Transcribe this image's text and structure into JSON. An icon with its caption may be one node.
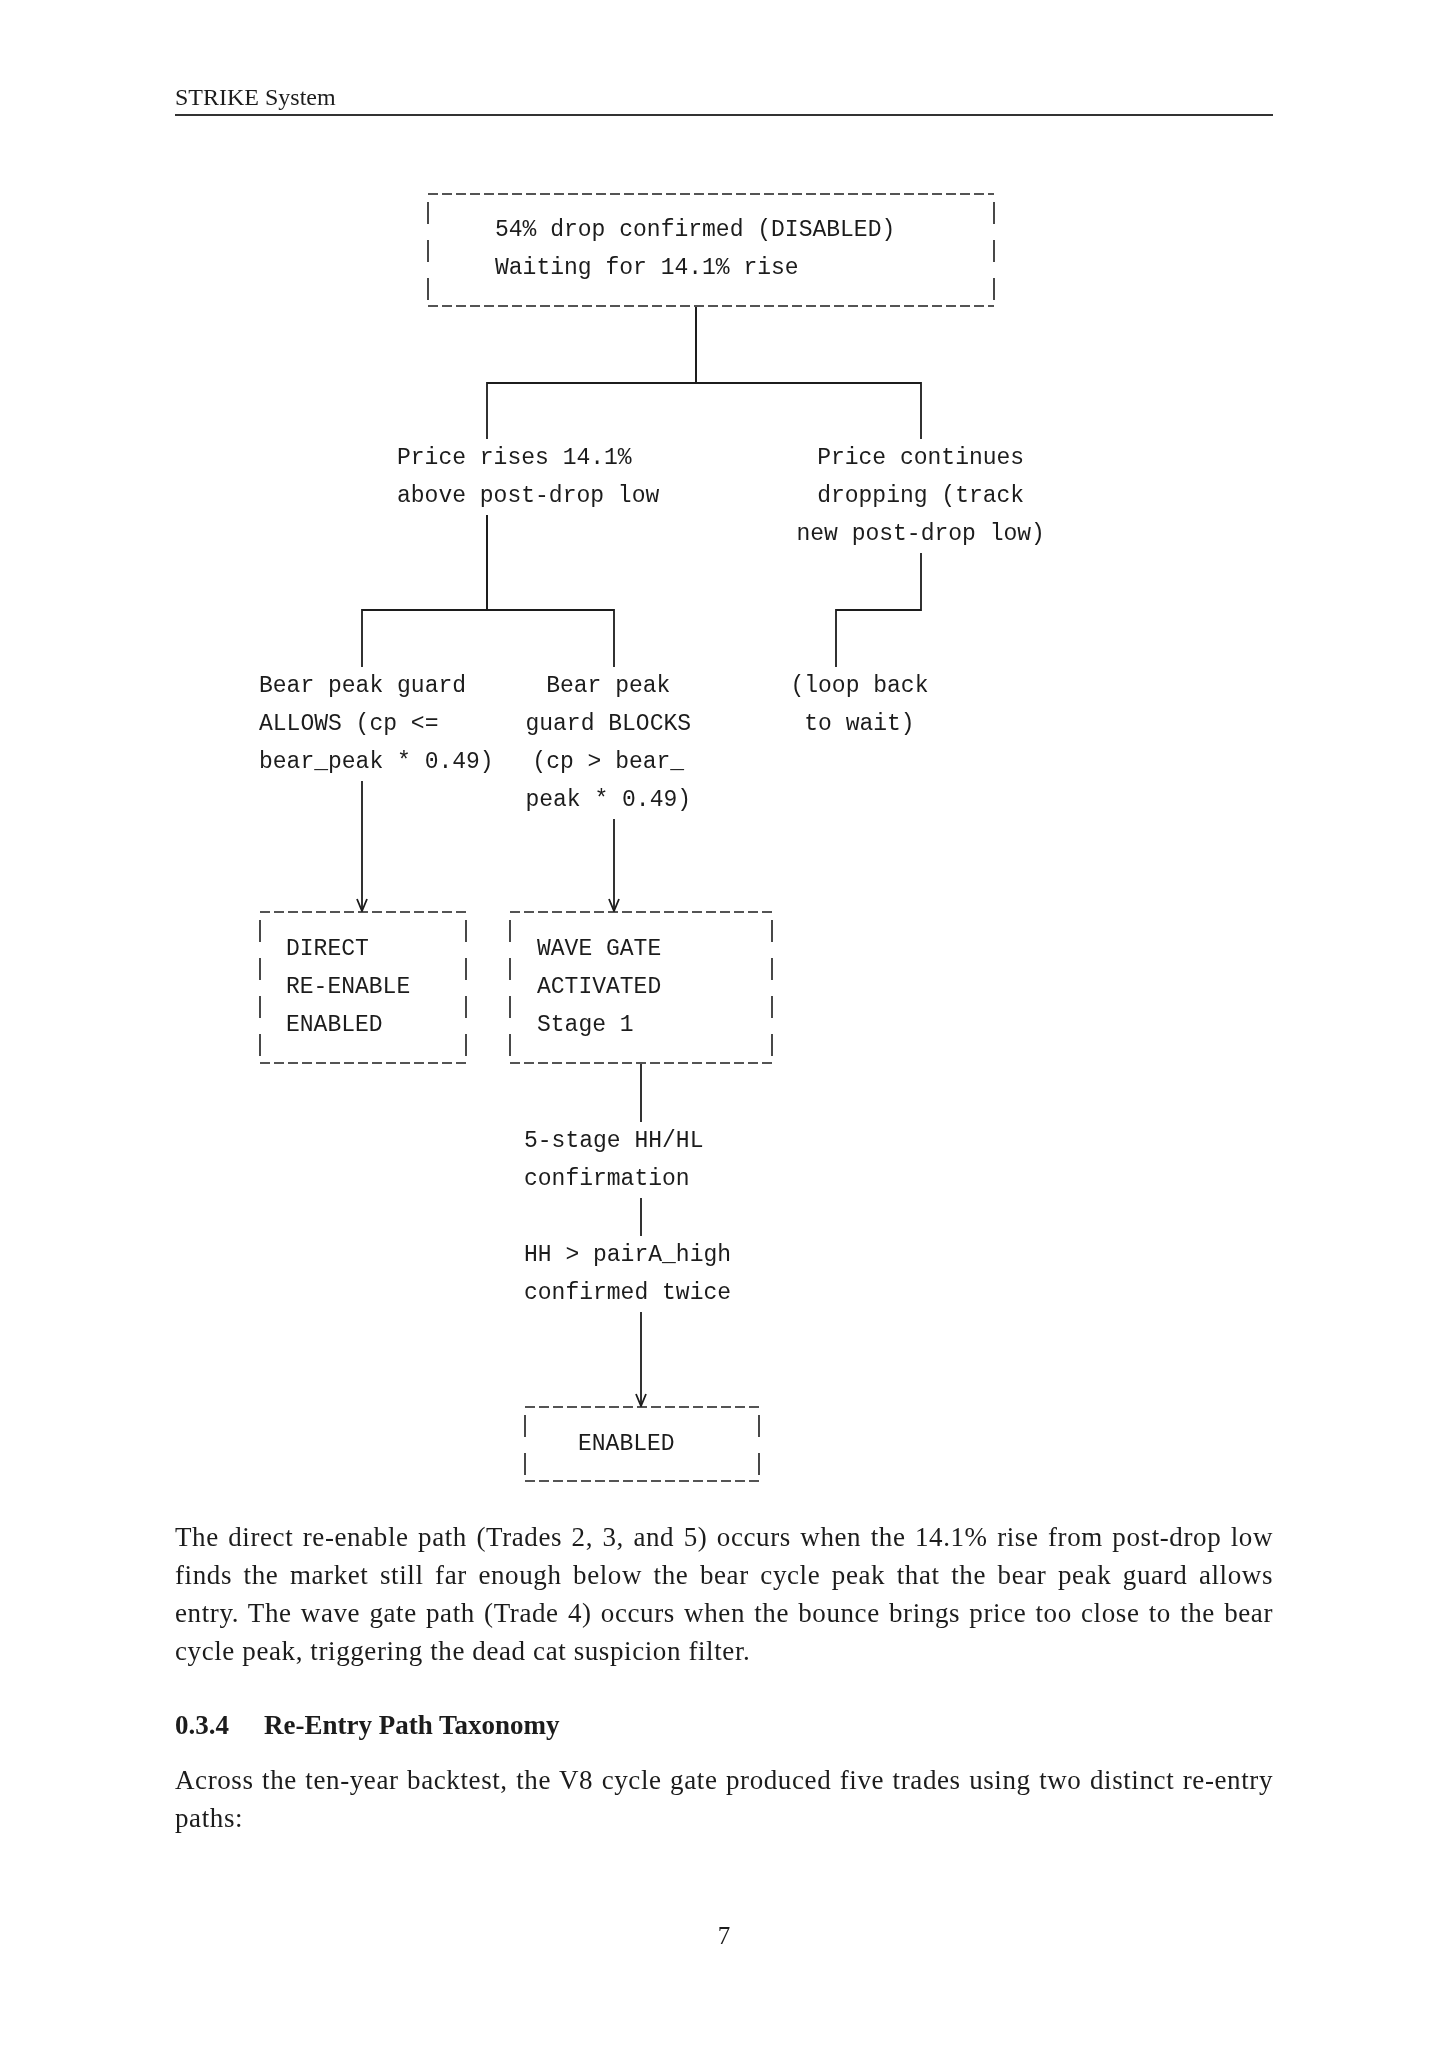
{
  "diagram": {
    "nodes": [
      {
        "text": [
          "54% drop confirmed (DISABLED)",
          "Waiting for 14.1% rise"
        ]
      },
      {
        "text": [
          "Price rises 14.1% above post-drop low"
        ]
      },
      {
        "text": [
          "Price continues dropping (track new post-drop low)"
        ]
      },
      {
        "text": [
          "Bear peak guard ALLOWS (cp <= bear_peak * 0.49)"
        ]
      },
      {
        "text": [
          "Bear peak guard BLOCKS (cp > bear_ peak * 0.49)"
        ]
      },
      {
        "text": [
          "(loop back to wait)"
        ]
      },
      {
        "text": [
          "DIRECT RE-ENABLE",
          "ENABLED"
        ]
      },
      {
        "text": [
          "WAVE GATE ACTIVATED",
          "Stage 1"
        ]
      },
      {
        "text": [
          "5-stage HH/HL confirmation"
        ]
      },
      {
        "text": [
          "HH > pairA_high confirmed twice"
        ]
      },
      {
        "text": [
          "ENABLED"
        ]
      }
    ],
    "edges": [
      {
        "from": 0,
        "to": 1,
        "arrow": "none"
      },
      {
        "from": 0,
        "to": 2,
        "arrow": "none"
      },
      {
        "from": 1,
        "to": 3,
        "arrow": "none"
      },
      {
        "from": 1,
        "to": 4,
        "arrow": "none"
      },
      {
        "from": 2,
        "to": 5,
        "arrow": "none"
      },
      {
        "from": 3,
        "to": 6,
        "arrow": "to"
      },
      {
        "from": 4,
        "to": 7,
        "arrow": "to"
      },
      {
        "from": 7,
        "to": 8,
        "arrow": "none"
      },
      {
        "from": 8,
        "to": 9,
        "arrow": "none"
      },
      {
        "from": 9,
        "to": 10,
        "arrow": "to"
      }
    ],
    "labels": [
      "STRIKE System",
      "The direct re-enable path (Trades 2, 3, and 5) occurs when the 14.1% rise from post-drop low finds the market still far enough below the bear cycle peak that the bear peak guard allows entry. The wave gate path (Trade 4) occurs when the bounce brings price too close to the bear cycle peak, triggering the dead cat suspicion filter.",
      "0.3.4",
      "Re-Entry Path Taxonomy",
      "Across the ten-year backtest, the V8 cycle gate produced five trades using two distinct re-entry paths:",
      "7"
    ]
  }
}
